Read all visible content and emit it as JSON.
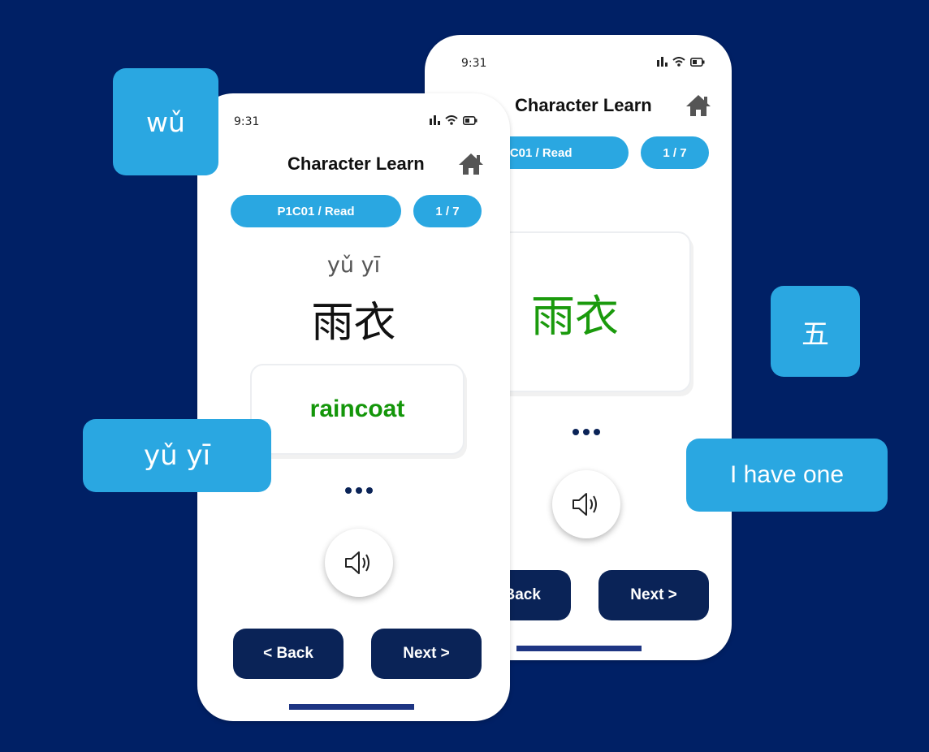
{
  "colors": {
    "background": "#002065",
    "accent_blue": "#2aa7e1",
    "navy": "#0a2357",
    "meaning_green": "#14960a",
    "hanzi_green": "#1a9a0c",
    "home_bar": "#1e3583"
  },
  "back_phone": {
    "status_time": "9:31",
    "title": "Character Learn",
    "lesson_pill": "P1C01 / Read",
    "progress_pill": "1 / 7",
    "hanzi": "雨衣",
    "back_label": "< Back",
    "next_label": "Next >",
    "icons": [
      "signal-icon",
      "wifi-icon",
      "battery-icon",
      "home-icon",
      "speaker-icon"
    ]
  },
  "front_phone": {
    "status_time": "9:31",
    "title": "Character Learn",
    "lesson_pill": "P1C01 / Read",
    "progress_pill": "1 / 7",
    "pinyin": "yǔ yī",
    "hanzi": "雨衣",
    "meaning": "raincoat",
    "back_label": "< Back",
    "next_label": "Next >",
    "icons": [
      "signal-icon",
      "wifi-icon",
      "battery-icon",
      "home-icon",
      "speaker-icon"
    ]
  },
  "floating_cards": {
    "wu": "wǔ",
    "yu_yi": "yǔ yī",
    "wu_char": "五",
    "i_have_one": "I have one"
  }
}
